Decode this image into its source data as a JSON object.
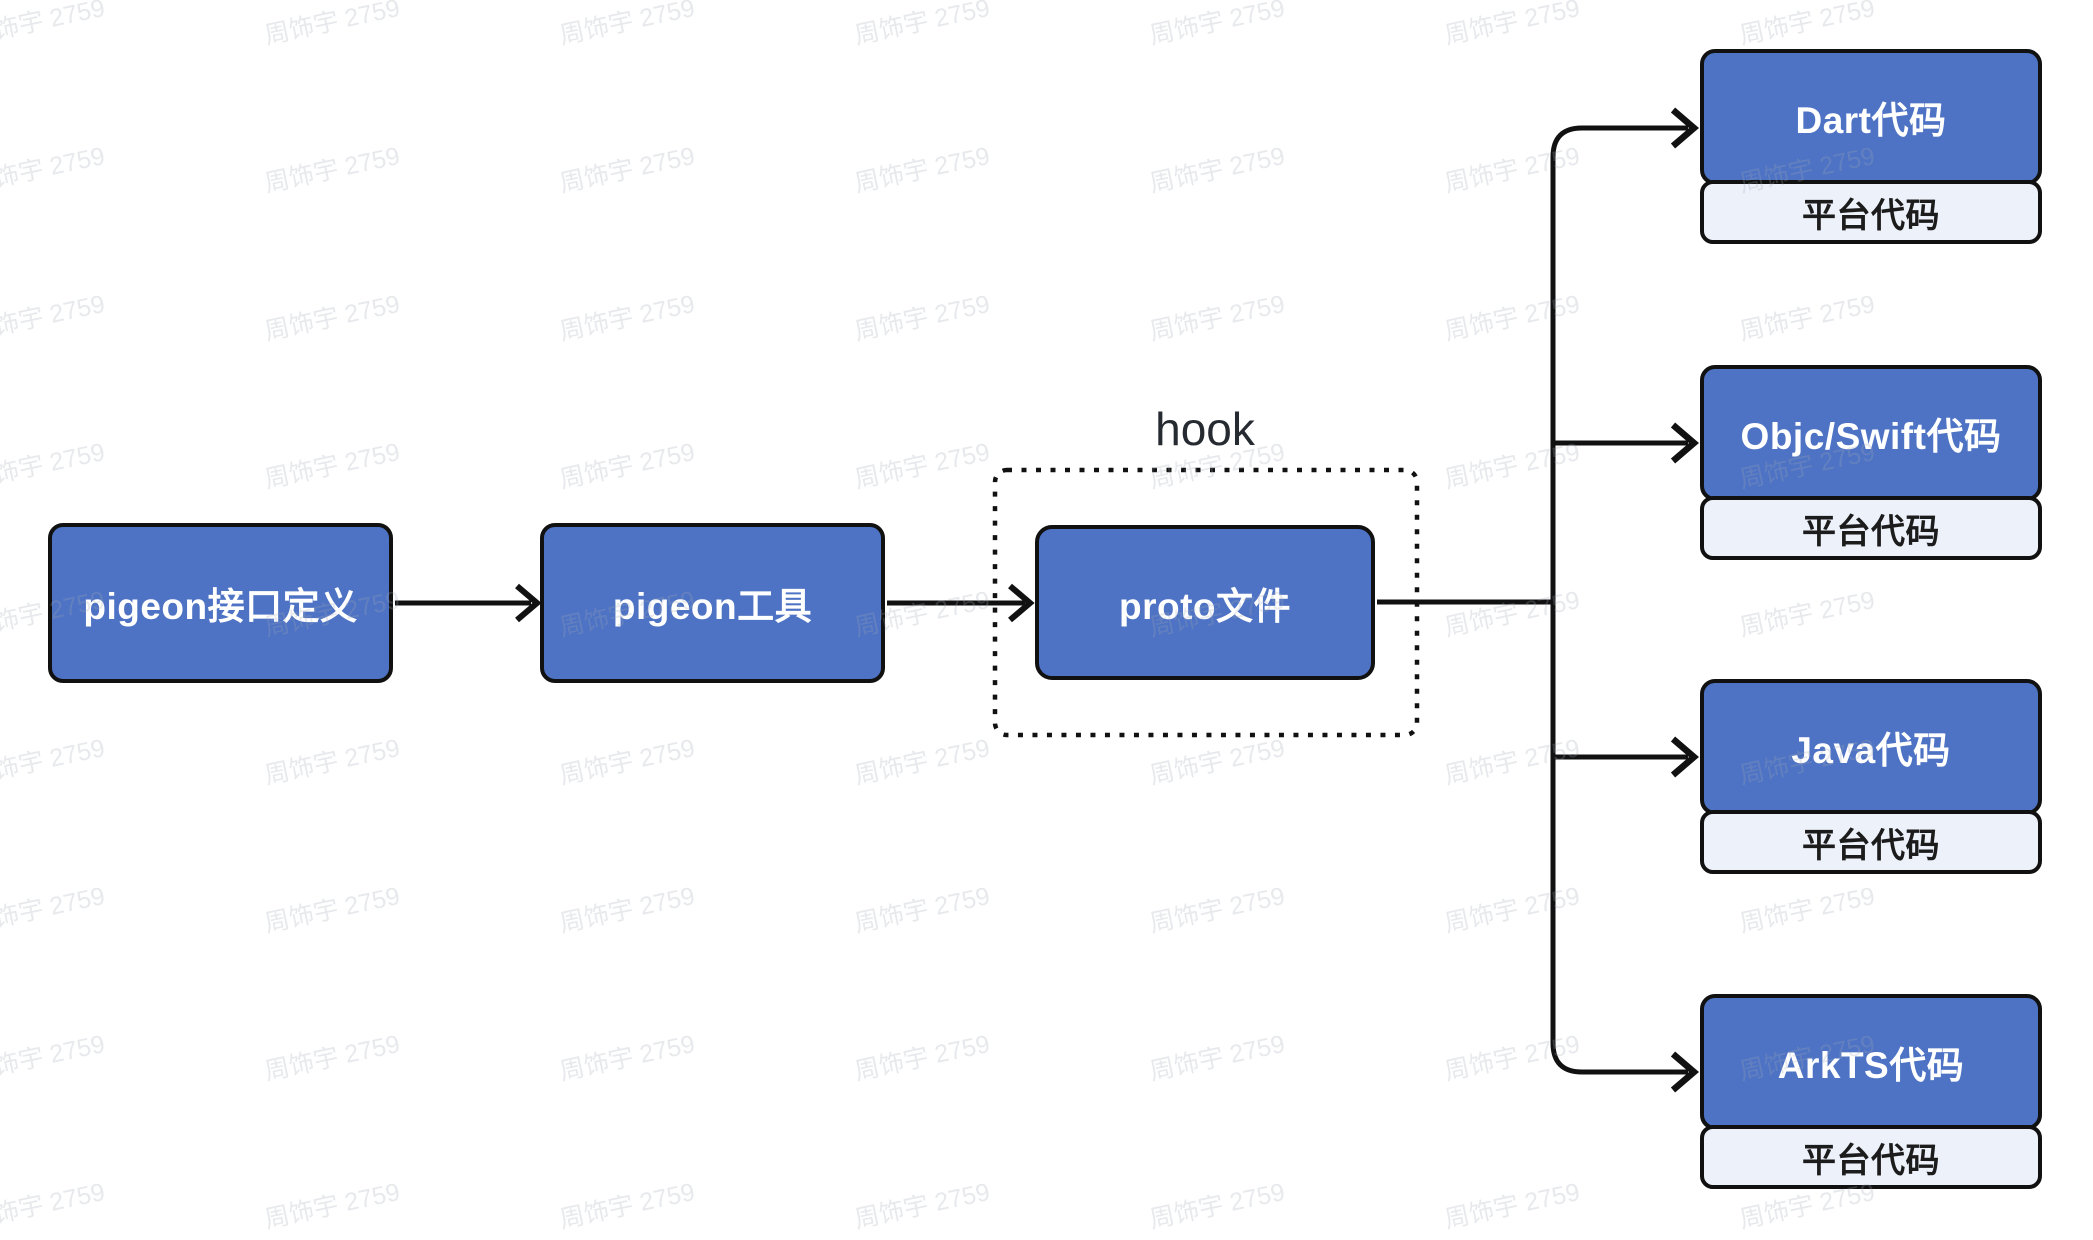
{
  "watermark": {
    "text": "周饰宇 2759"
  },
  "colors": {
    "node_fill": "#4e73c4",
    "platform_fill": "#edf1fa",
    "border": "#111111",
    "node_text": "#ffffff",
    "platform_text": "#1c1c1c",
    "hook_label_text": "#262a31"
  },
  "flow": {
    "nodes": [
      {
        "id": "pigeon-interface",
        "label": "pigeon接口定义"
      },
      {
        "id": "pigeon-tool",
        "label": "pigeon工具"
      },
      {
        "id": "proto-file",
        "label": "proto文件"
      }
    ],
    "hook_label": "hook",
    "targets": [
      {
        "id": "dart",
        "label": "Dart代码",
        "sub": "平台代码"
      },
      {
        "id": "objc-swift",
        "label": "Objc/Swift代码",
        "sub": "平台代码"
      },
      {
        "id": "java",
        "label": "Java代码",
        "sub": "平台代码"
      },
      {
        "id": "arkts",
        "label": "ArkTS代码",
        "sub": "平台代码"
      }
    ],
    "edges": [
      {
        "from": "pigeon-interface",
        "to": "pigeon-tool"
      },
      {
        "from": "pigeon-tool",
        "to": "proto-file"
      },
      {
        "from": "proto-file",
        "to": "dart"
      },
      {
        "from": "proto-file",
        "to": "objc-swift"
      },
      {
        "from": "proto-file",
        "to": "java"
      },
      {
        "from": "proto-file",
        "to": "arkts"
      }
    ]
  }
}
